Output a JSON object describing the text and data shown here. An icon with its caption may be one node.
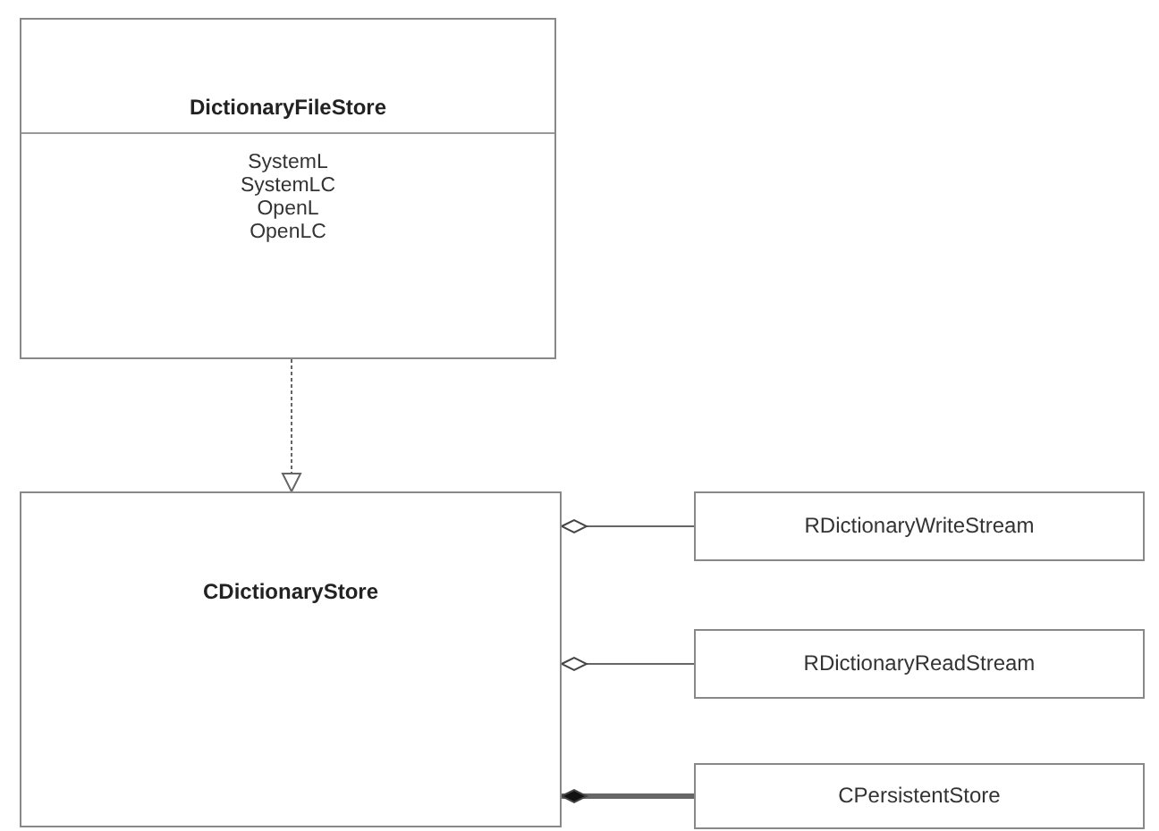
{
  "diagram": {
    "nodes": [
      {
        "text": [
          "DictionaryFileStore",
          "SystemL",
          "SystemLC",
          "OpenL",
          "OpenLC"
        ]
      },
      {
        "text": [
          "CDictionaryStore"
        ]
      },
      {
        "text": [
          "RDictionaryWriteStream"
        ]
      },
      {
        "text": [
          "RDictionaryReadStream"
        ]
      },
      {
        "text": [
          "CPersistentStore"
        ]
      }
    ],
    "edges": [
      {
        "from": 0,
        "to": 1,
        "arrow": "to",
        "style": "dashed"
      },
      {
        "from": 1,
        "to": 2,
        "arrow": "other"
      },
      {
        "from": 1,
        "to": 3,
        "arrow": "other"
      },
      {
        "from": 1,
        "to": 4,
        "arrow": "other",
        "style": "thick"
      }
    ]
  }
}
